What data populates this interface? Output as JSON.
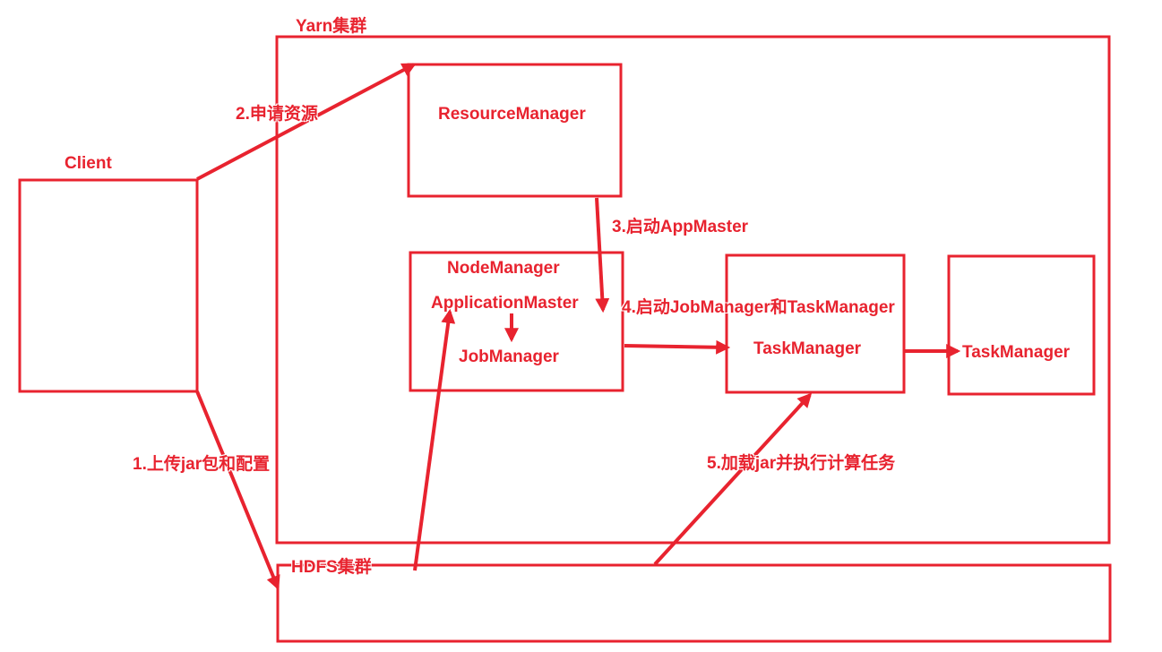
{
  "colors": {
    "accent": "#e8232f",
    "background": "#ffffff"
  },
  "nodes": {
    "client": "Client",
    "yarn_cluster": "Yarn集群",
    "resource_manager": "ResourceManager",
    "node_manager": "NodeManager",
    "application_master": "ApplicationMaster",
    "job_manager": "JobManager",
    "task_manager_1": "TaskManager",
    "task_manager_2": "TaskManager",
    "hdfs_cluster": "HDFS集群"
  },
  "steps": {
    "step1": "1.上传jar包和配置",
    "step2": "2.申请资源",
    "step3": "3.启动AppMaster",
    "step4": "4.启动JobManager和TaskManager",
    "step5": "5.加载jar并执行计算任务"
  }
}
